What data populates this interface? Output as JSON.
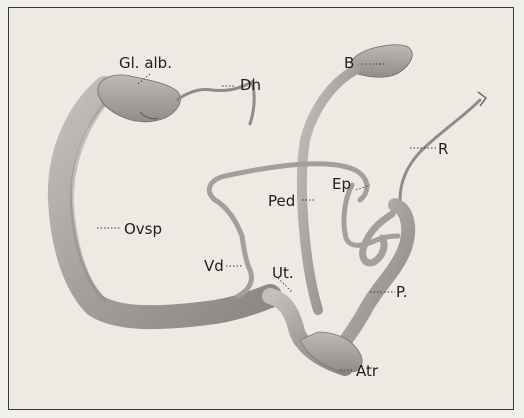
{
  "labels": {
    "gl_alb": "Gl. alb.",
    "dh": "Dh",
    "b": "B",
    "r": "R",
    "ep": "Ep",
    "ped": "Ped",
    "ovsp": "Ovsp",
    "vd": "Vd",
    "ut": "Ut.",
    "p": "P.",
    "atr": "Atr"
  },
  "colors": {
    "background": "#edeae3",
    "organ_fill": "#a9a6a1",
    "organ_shadow": "#7d7a76",
    "leader": "#3a3a3a"
  }
}
